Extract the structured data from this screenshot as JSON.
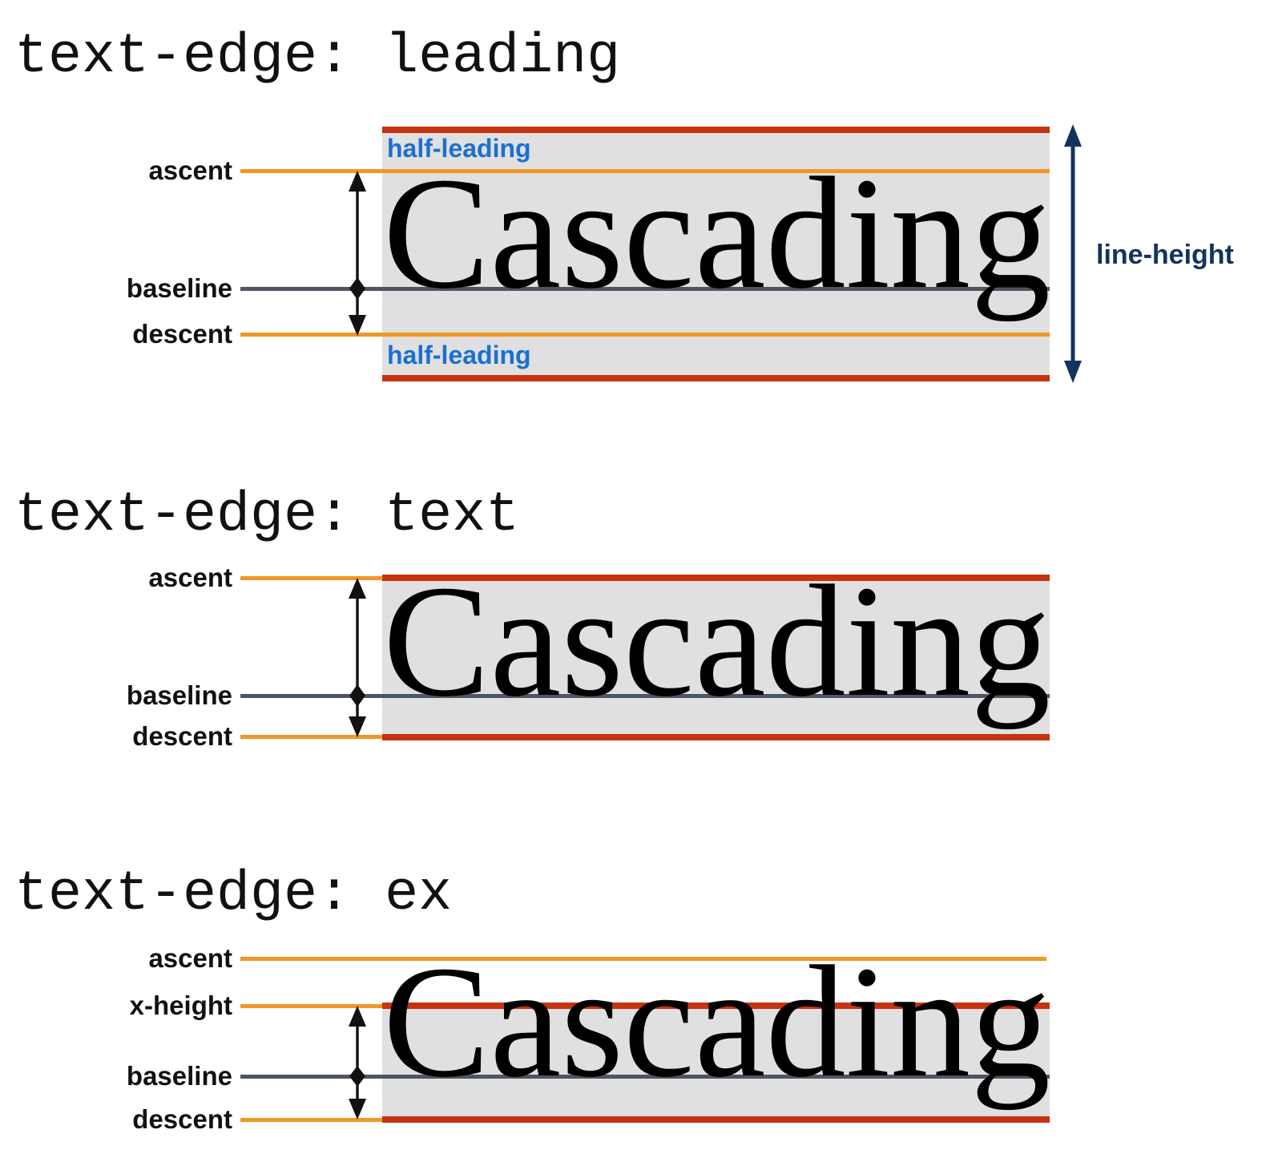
{
  "colors": {
    "red_edge": "#c63310",
    "orange_metric": "#ef9726",
    "baseline_gray": "#4d5560",
    "box_fill": "#e0e0e0",
    "blue_half_leading": "#1b70d1",
    "navy_line_height": "#14335c"
  },
  "sections": [
    {
      "title": "text-edge: leading",
      "sample_text": "Cascading",
      "labels": {
        "ascent": "ascent",
        "baseline": "baseline",
        "descent": "descent"
      },
      "half_leading_top": "half-leading",
      "half_leading_bottom": "half-leading",
      "line_height": "line-height"
    },
    {
      "title": "text-edge: text",
      "sample_text": "Cascading",
      "labels": {
        "ascent": "ascent",
        "baseline": "baseline",
        "descent": "descent"
      }
    },
    {
      "title": "text-edge: ex",
      "sample_text": "Cascading",
      "labels": {
        "ascent": "ascent",
        "x_height": "x-height",
        "baseline": "baseline",
        "descent": "descent"
      }
    }
  ]
}
